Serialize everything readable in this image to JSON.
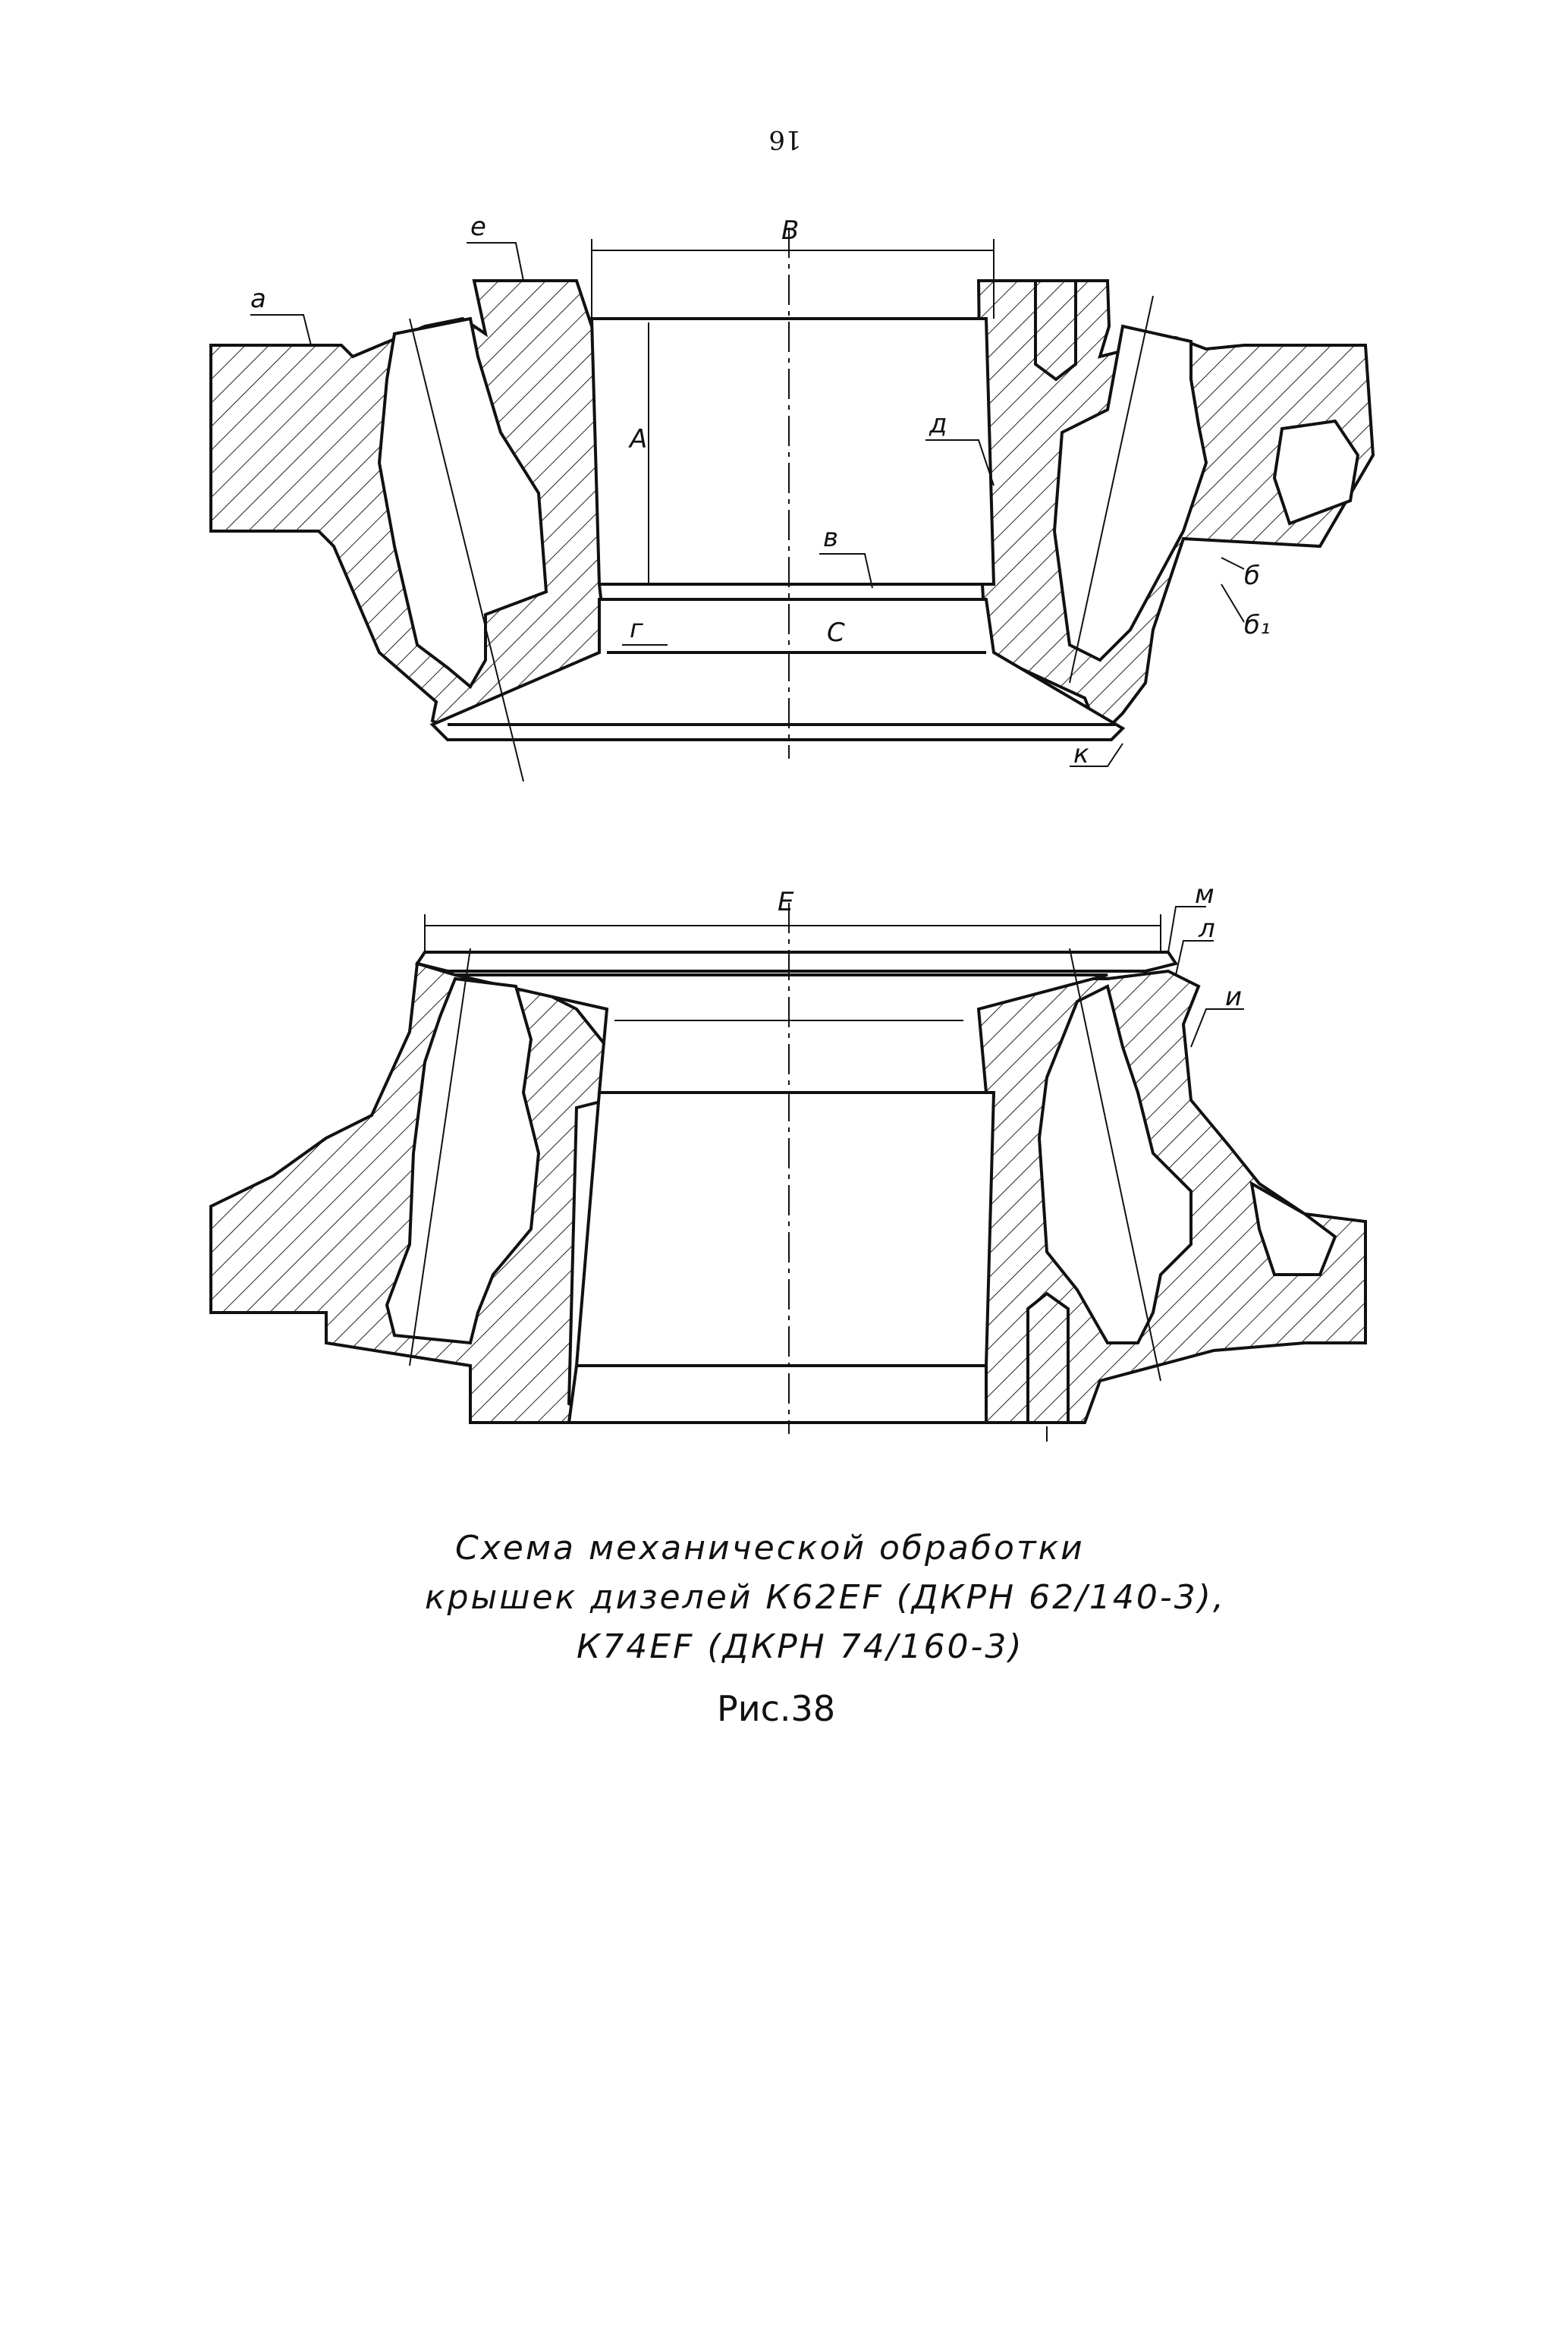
{
  "page_number": "16",
  "labels": {
    "a": "а",
    "e": "е",
    "B": "В",
    "A": "А",
    "d": "д",
    "v": "в",
    "g": "г",
    "C": "С",
    "b": "б",
    "b1": "б₁",
    "k": "к",
    "E": "Е",
    "m": "м",
    "l": "л",
    "i": "и"
  },
  "caption": {
    "line1": "Схема  механической  обработки",
    "line2": "крышек  дизелей  К62ЕF (ДКРН 62/140-3),",
    "line3": "К74ЕF (ДКРН 74/160-3)"
  },
  "figure_label": "Рис.38"
}
